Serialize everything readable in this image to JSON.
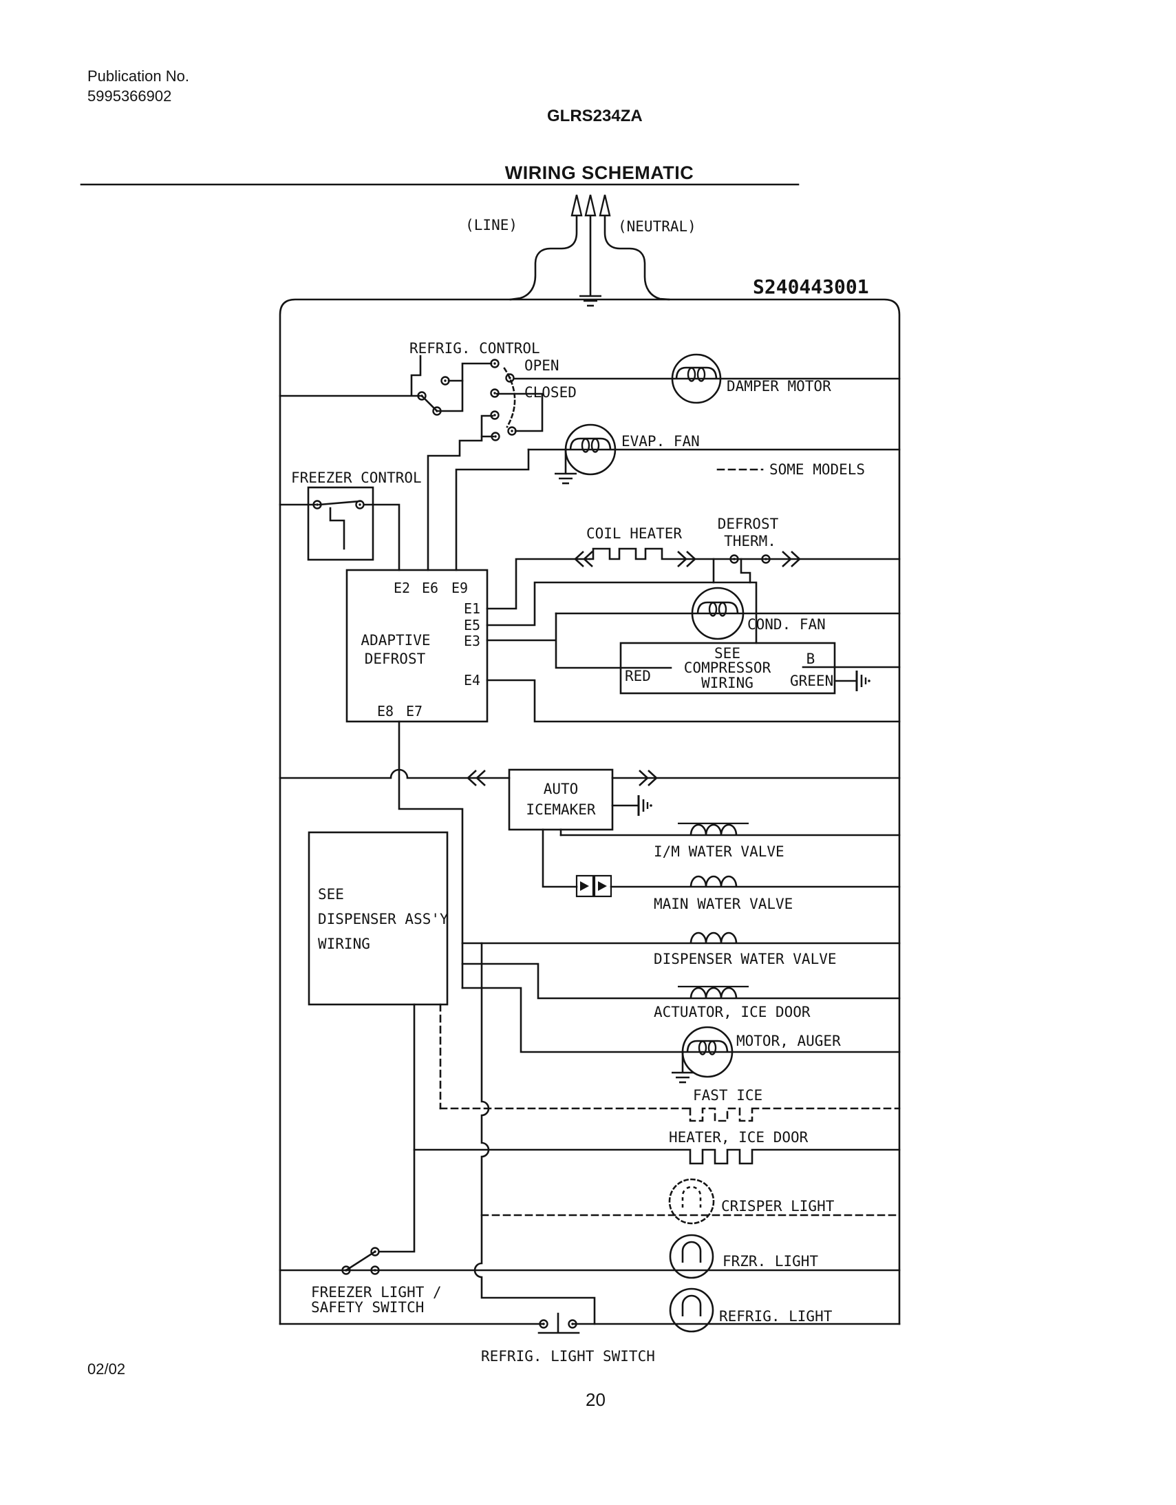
{
  "header": {
    "publication_label": "Publication No.",
    "publication_number": "5995366902",
    "model": "GLRS234ZA",
    "title": "WIRING SCHEMATIC",
    "part_number": "S240443001"
  },
  "plug": {
    "line": "(LINE)",
    "neutral": "(NEUTRAL)"
  },
  "legend": {
    "some_models": "SOME MODELS"
  },
  "controls": {
    "refrig_control": "REFRIG. CONTROL",
    "open": "OPEN",
    "closed": "CLOSED",
    "freezer_control": "FREEZER CONTROL",
    "damper_motor": "DAMPER MOTOR",
    "evap_fan": "EVAP. FAN",
    "coil_heater": "COIL HEATER",
    "defrost_therm_line1": "DEFROST",
    "defrost_therm_line2": "THERM.",
    "cond_fan": "COND. FAN"
  },
  "adaptive_defrost": {
    "line1": "ADAPTIVE",
    "line2": "DEFROST",
    "terminals": {
      "e2": "E2",
      "e6": "E6",
      "e9": "E9",
      "e1": "E1",
      "e5": "E5",
      "e3": "E3",
      "e4": "E4",
      "e8": "E8",
      "e7": "E7"
    }
  },
  "compressor_box": {
    "line1": "SEE",
    "line2": "COMPRESSOR",
    "line3": "WIRING",
    "red": "RED",
    "b": "B",
    "green": "GREEN"
  },
  "icemaker": {
    "line1": "AUTO",
    "line2": "ICEMAKER"
  },
  "dispenser_box": {
    "line1": "SEE",
    "line2": "DISPENSER ASS'Y",
    "line3": "WIRING"
  },
  "loads": {
    "im_water_valve": "I/M WATER VALVE",
    "main_water_valve": "MAIN WATER VALVE",
    "dispenser_water_valve": "DISPENSER WATER VALVE",
    "actuator_ice_door": "ACTUATOR, ICE DOOR",
    "motor_auger": "MOTOR, AUGER",
    "fast_ice": "FAST ICE",
    "heater_ice_door": "HEATER, ICE DOOR"
  },
  "lights": {
    "crisper": "CRISPER LIGHT",
    "freezer": "FRZR. LIGHT",
    "refrig": "REFRIG. LIGHT"
  },
  "switches": {
    "freezer_light_line1": "FREEZER LIGHT /",
    "freezer_light_line2": "SAFETY SWITCH",
    "refrig_light_switch": "REFRIG. LIGHT SWITCH"
  },
  "footer": {
    "date": "02/02",
    "page": "20"
  },
  "colors": {
    "ink": "#141414",
    "paper": "#ffffff"
  }
}
